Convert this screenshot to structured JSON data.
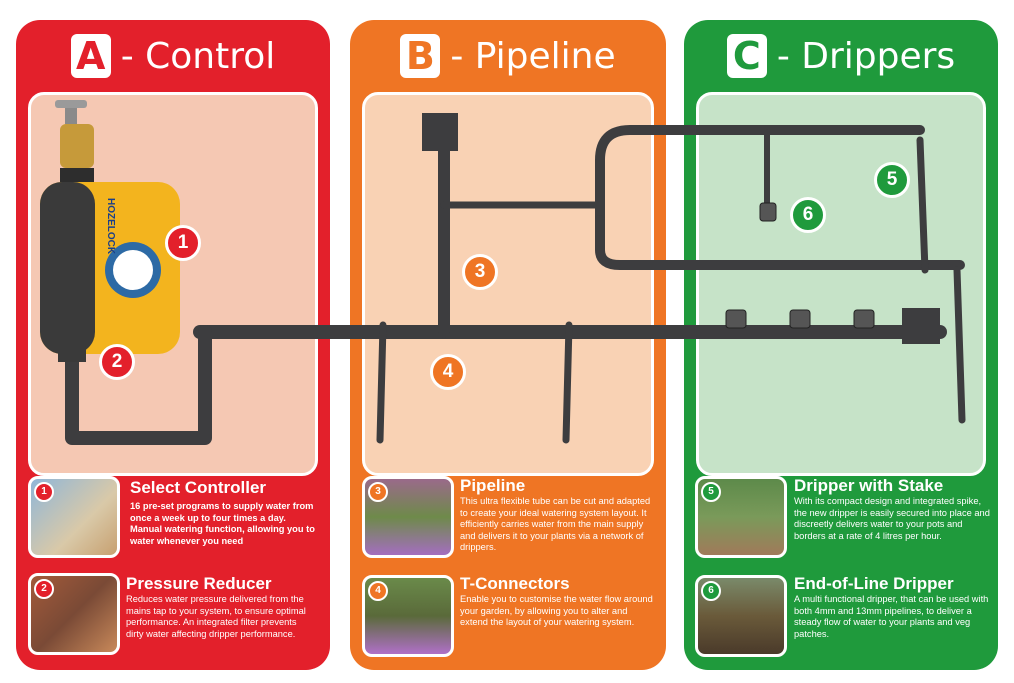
{
  "panels": {
    "a": {
      "letter": "A",
      "title": "- Control",
      "color": "#e3202b",
      "inner": "#f5c8b3"
    },
    "b": {
      "letter": "B",
      "title": "- Pipeline",
      "color": "#ef7524",
      "inner": "#f9d2b4"
    },
    "c": {
      "letter": "C",
      "title": "- Drippers",
      "color": "#1f9a3c",
      "inner": "#c6e3c8"
    }
  },
  "callouts": [
    "1",
    "2",
    "3",
    "4",
    "5",
    "6"
  ],
  "device": {
    "brand": "HOZELOCK"
  },
  "cards": [
    {
      "num": "1",
      "title": "Select Controller",
      "desc": "16 pre-set programs to supply water from once a week up to four times a day. Manual watering function, allowing you to water whenever you need"
    },
    {
      "num": "2",
      "title": "Pressure Reducer",
      "desc": "Reduces water pressure delivered from the mains tap to your system, to ensure optimal performance. An integrated filter prevents dirty water affecting dripper performance."
    },
    {
      "num": "3",
      "title": "Pipeline",
      "desc": "This ultra flexible tube can be cut and adapted to create your ideal watering system layout. It efficiently carries water from the main supply and delivers it to your plants via a network of drippers."
    },
    {
      "num": "4",
      "title": "T-Connectors",
      "desc": "Enable you to customise the water flow around your garden, by allowing you to alter and extend the layout of your watering system."
    },
    {
      "num": "5",
      "title": "Dripper with Stake",
      "desc": "With its compact design and integrated spike, the new dripper is easily secured into place and discreetly delivers water to your pots and borders at a rate of 4 litres per hour."
    },
    {
      "num": "6",
      "title": "End-of-Line Dripper",
      "desc": "A multi functional dripper, that can be used with both 4mm and 13mm pipelines, to deliver a steady flow of water to your plants and veg patches."
    }
  ]
}
